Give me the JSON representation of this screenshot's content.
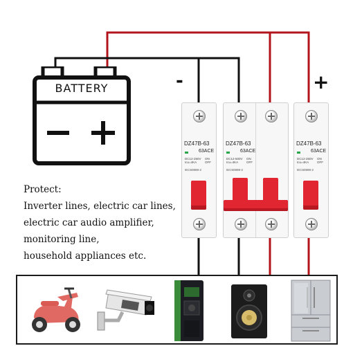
{
  "battery": {
    "label": "BATTERY",
    "minus_symbol": "−",
    "plus_symbol": "+"
  },
  "terminals": {
    "negative": "-",
    "positive": "+"
  },
  "breakers": [
    {
      "model": "DZ47B-63",
      "rating": "63A",
      "cert": "CE",
      "spec_line1": "DC12-250V",
      "spec_line2": "Icu=4KA",
      "on": "ON",
      "off": "OFF",
      "standard": "IEC60898-2"
    },
    {
      "model": "DZ47B-63",
      "rating": "63A",
      "cert": "CE",
      "spec_line1": "DC12-500V",
      "spec_line2": "Icu=4KA",
      "on": "ON",
      "off": "OFF",
      "standard": "IEC60898-2"
    },
    {
      "model": "DZ47B-63",
      "rating": "63A",
      "cert": "CE",
      "spec_line1": "DC12-250V",
      "spec_line2": "Icu=4KA",
      "on": "ON",
      "off": "OFF",
      "standard": "IEC60898-2"
    }
  ],
  "protect": {
    "heading": "Protect:",
    "lines": [
      "Inverter lines, electric car lines,",
      "electric car audio amplifier,",
      "monitoring line,",
      "household appliances etc."
    ]
  },
  "devices": [
    "electric-scooter-icon",
    "security-camera-icon",
    "inverter-icon",
    "speaker-icon",
    "refrigerator-icon"
  ],
  "colors": {
    "wire_red": "#b3141c",
    "wire_black": "#111111",
    "handle_red": "#e12631",
    "scooter_red": "#e06a63"
  }
}
